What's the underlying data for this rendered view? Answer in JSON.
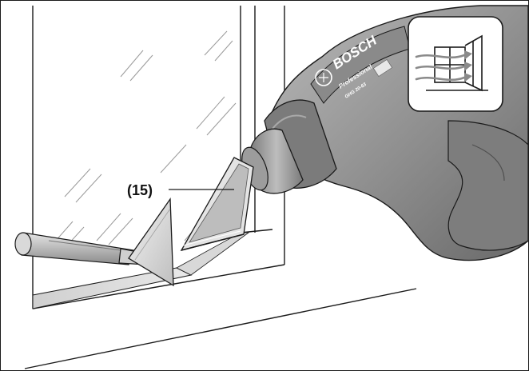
{
  "figure": {
    "callout_label": "(15)",
    "brand_name": "BOSCH",
    "product_line": "Professional",
    "model_number": "GHG 20-63"
  },
  "colors": {
    "outline": "#1a1a1a",
    "tool_body": "#8e8e8e",
    "tool_body_dark": "#5f5f5f",
    "tool_body_light": "#b5b5b5",
    "glass_hatch": "#9a9a9a"
  },
  "icons": {
    "application_symbol": "window-frame-hot-air-icon"
  }
}
